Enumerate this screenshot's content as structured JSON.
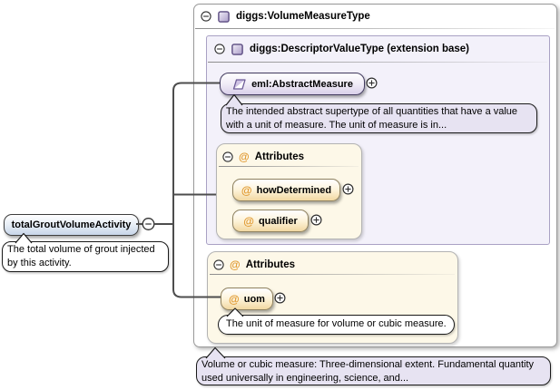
{
  "glyphs": {
    "at": "@"
  },
  "colors": {
    "container_purple_fill": "#f3f1fa",
    "attr_box_fill": "#fdf8e8",
    "element_pill_purple": "#d9cfe9",
    "attr_pill_orange": "#f2d8a2",
    "element_pill_blue": "#c8d6e9",
    "annotation_lavender": "#e7e3f2",
    "at_symbol_orange": "#e0982f",
    "connector_line": "#4d4d4d"
  },
  "diagram": {
    "element": {
      "label": "totalGroutVolumeActivity",
      "annotation": "The total volume of grout injected by this activity."
    },
    "type_container": {
      "title": "diggs:VolumeMeasureType",
      "annotation": "Volume or cubic measure: Three-dimensional extent. Fundamental quantity used universally in engineering, science, and...",
      "extension": {
        "title": "diggs:DescriptorValueType (extension base)",
        "base_element": {
          "label": "eml:AbstractMeasure",
          "annotation": "The intended abstract supertype of all quantities that have a value with a unit of measure. The unit of measure is in..."
        },
        "attributes": {
          "title": "Attributes",
          "items": [
            {
              "label": "howDetermined"
            },
            {
              "label": "qualifier"
            }
          ]
        }
      },
      "attributes": {
        "title": "Attributes",
        "items": [
          {
            "label": "uom",
            "annotation": "The unit of measure for volume or cubic measure."
          }
        ]
      }
    }
  }
}
